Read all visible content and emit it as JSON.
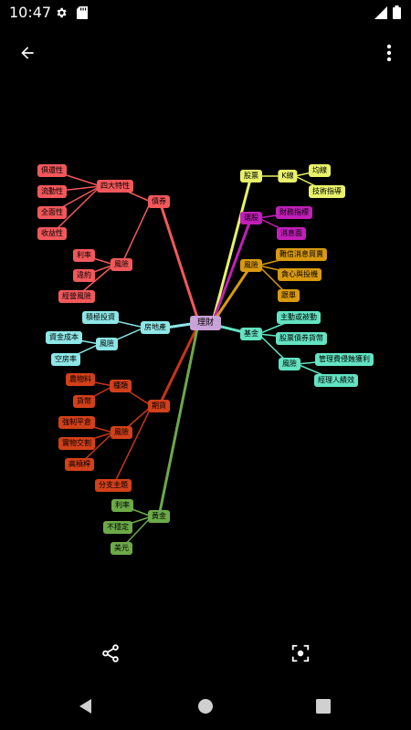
{
  "status": {
    "time": "10:47"
  },
  "icons": {
    "back": "arrow-back-icon",
    "menu": "more-vert-icon",
    "share": "share-icon",
    "screenshot": "screenshot-scan-icon",
    "nav_back": "nav-back-icon",
    "nav_home": "nav-home-icon",
    "nav_recent": "nav-recent-icon"
  },
  "colors": {
    "root": "#C9A2D8",
    "red": "#F2585B",
    "pink": "#F2585B",
    "cyan": "#8EE6E6",
    "orange_red": "#D2401A",
    "green": "#6CAA48",
    "yellow": "#E8F26A",
    "magenta": "#C11FB8",
    "gold": "#D99A10",
    "aqua": "#63E3C2"
  },
  "mindmap": {
    "root": "理財",
    "n1": "債券",
    "n1a": "四大特性",
    "n1a1": "俱還性",
    "n1a2": "流動性",
    "n1a3": "全面性",
    "n1a4": "收益性",
    "n1b": "風險",
    "n1b1": "利率",
    "n1b2": "違約",
    "n1b3": "經營風險",
    "n2": "房地產",
    "n2a": "積極投資",
    "n2b": "風險",
    "n2b1": "資金成本",
    "n2b2": "空房率",
    "n3": "期貨",
    "n3a": "種類",
    "n3a1": "農物料",
    "n3a2": "貨幣",
    "n3b": "風險",
    "n3b1": "強制平倉",
    "n3b2": "實物交割",
    "n3b3": "高槓桿",
    "n3c": "分支主題",
    "n4": "黃金",
    "n4a": "利率",
    "n4b": "不穩定",
    "n4c": "美元",
    "n5": "股票",
    "n5a": "K線",
    "n5a1": "均線",
    "n5a2": "技術指導",
    "n6": "選股",
    "n6a": "財務指標",
    "n6b": "消息面",
    "n7": "風險",
    "n7a": "難信消息買賣",
    "n7b": "貪心與投機",
    "n7c": "跟單",
    "n8": "基金",
    "n8a": "主動或被動",
    "n8b": "股票債券貨幣",
    "n8c": "風險",
    "n8c1": "管理費侵蝕獲利",
    "n8c2": "經理人績效"
  }
}
